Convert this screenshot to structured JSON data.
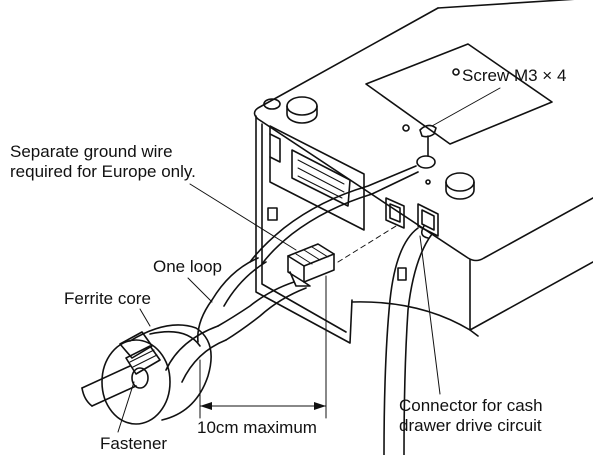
{
  "labels": {
    "ground_wire_line1": "Separate ground wire",
    "ground_wire_line2": "required for Europe only.",
    "screw": "Screw M3 × 4",
    "one_loop": "One loop",
    "ferrite_core": "Ferrite core",
    "dimension": "10cm maximum",
    "fastener": "Fastener",
    "connector_line1": "Connector for cash",
    "connector_line2": "drawer drive circuit"
  },
  "colors": {
    "line": "#111111",
    "background": "#ffffff"
  }
}
